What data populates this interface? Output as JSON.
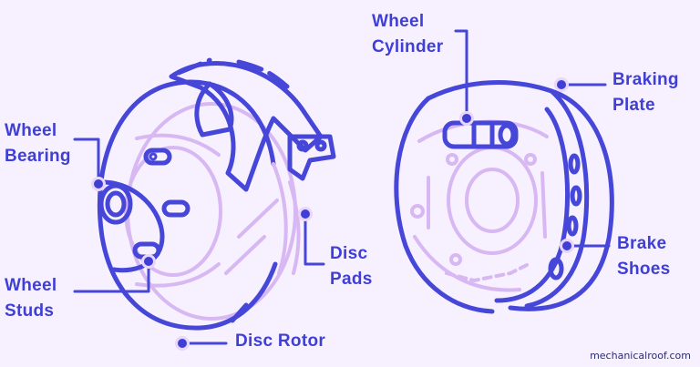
{
  "labels": {
    "wheel_bearing": [
      "Wheel",
      "Bearing"
    ],
    "wheel_studs": [
      "Wheel",
      "Studs"
    ],
    "disc_rotor": "Disc Rotor",
    "disc_pads": [
      "Disc",
      "Pads"
    ],
    "wheel_cylinder": [
      "Wheel",
      "Cylinder"
    ],
    "braking_plate": [
      "Braking",
      "Plate"
    ],
    "brake_shoes": [
      "Brake",
      "Shoes"
    ]
  },
  "watermark": "mechanicalroof.com",
  "colors": {
    "background": "#f6f0ff",
    "primary_line": "#3f3fd6",
    "secondary_line": "#d8b8f2",
    "label_text": "#3f3fd6"
  }
}
